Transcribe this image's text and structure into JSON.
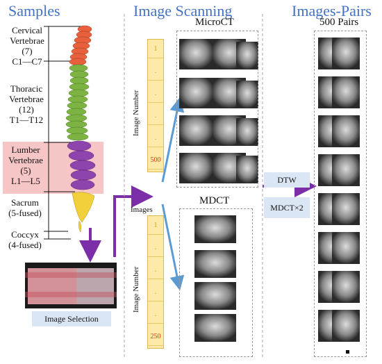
{
  "headings": {
    "samples": "Samples",
    "image_scanning": "Image Scanning",
    "images_pairs": "Images-Pairs"
  },
  "spine_labels": {
    "cervical": [
      "Cervical",
      "Vertebrae",
      "(7)",
      "C1—C7"
    ],
    "thoracic": [
      "Thoracic",
      "Vertebrae",
      "(12)",
      "T1—T12"
    ],
    "lumber": [
      "Lumber",
      "Vertebrae",
      "(5)",
      "L1—L5"
    ],
    "sacrum": [
      "Sacrum",
      "(5-fused)"
    ],
    "coccyx": [
      "Coccyx",
      "(4-fused)"
    ]
  },
  "image_selection": "Image Selection",
  "scanning": {
    "microct_title": "MicroCT",
    "mdct_title": "MDCT",
    "image_number_label": "Image Number",
    "images_label": "Images",
    "microct_index": [
      "1",
      ".",
      ".",
      ".",
      ".",
      "500"
    ],
    "mdct_index": [
      "1",
      ".",
      ".",
      ".",
      ".",
      "250"
    ]
  },
  "pairs": {
    "title": "500 Pairs",
    "dtw_label": "DTW",
    "mdct_x2_label": "MDCT×2"
  },
  "colors": {
    "heading": "#4472c4",
    "cervical": "#e8603c",
    "thoracic": "#7cb342",
    "lumber": "#8e44ad",
    "sacrum": "#f2d03b",
    "lumber_highlight": "#f4b6b6",
    "arrow_purple": "#7b2ea8",
    "arrow_blue": "#5b9bd5",
    "tag_bg": "#dbe6f4",
    "index_bar": "#fde9a8"
  }
}
